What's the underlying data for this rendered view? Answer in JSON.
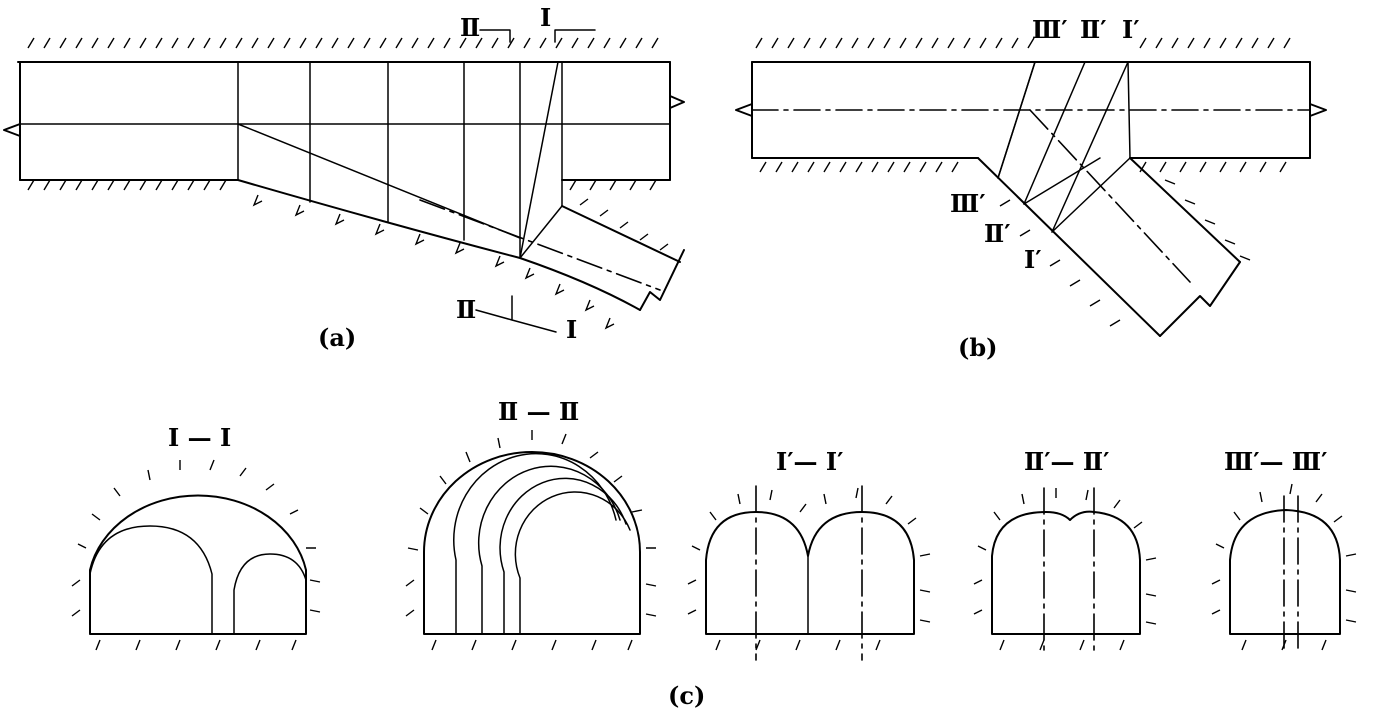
{
  "panels": {
    "a": {
      "caption": "(a)",
      "top_marks": {
        "left": "Ⅱ",
        "right": "Ⅰ"
      },
      "bottom_marks": {
        "left": "Ⅱ",
        "right": "Ⅰ"
      }
    },
    "b": {
      "caption": "(b)",
      "top_marks": [
        "Ⅲ′",
        "Ⅱ′",
        "Ⅰ′"
      ],
      "side_marks": [
        "Ⅲ′",
        "Ⅱ′",
        "Ⅰ′"
      ]
    },
    "c": {
      "caption": "(c)",
      "sections": [
        "Ⅰ — Ⅰ",
        "Ⅱ — Ⅱ",
        "Ⅰ′— Ⅰ′",
        "Ⅱ′— Ⅱ′",
        "Ⅲ′— Ⅲ′"
      ]
    }
  },
  "colors": {
    "ink": "#000000",
    "paper": "#ffffff"
  }
}
